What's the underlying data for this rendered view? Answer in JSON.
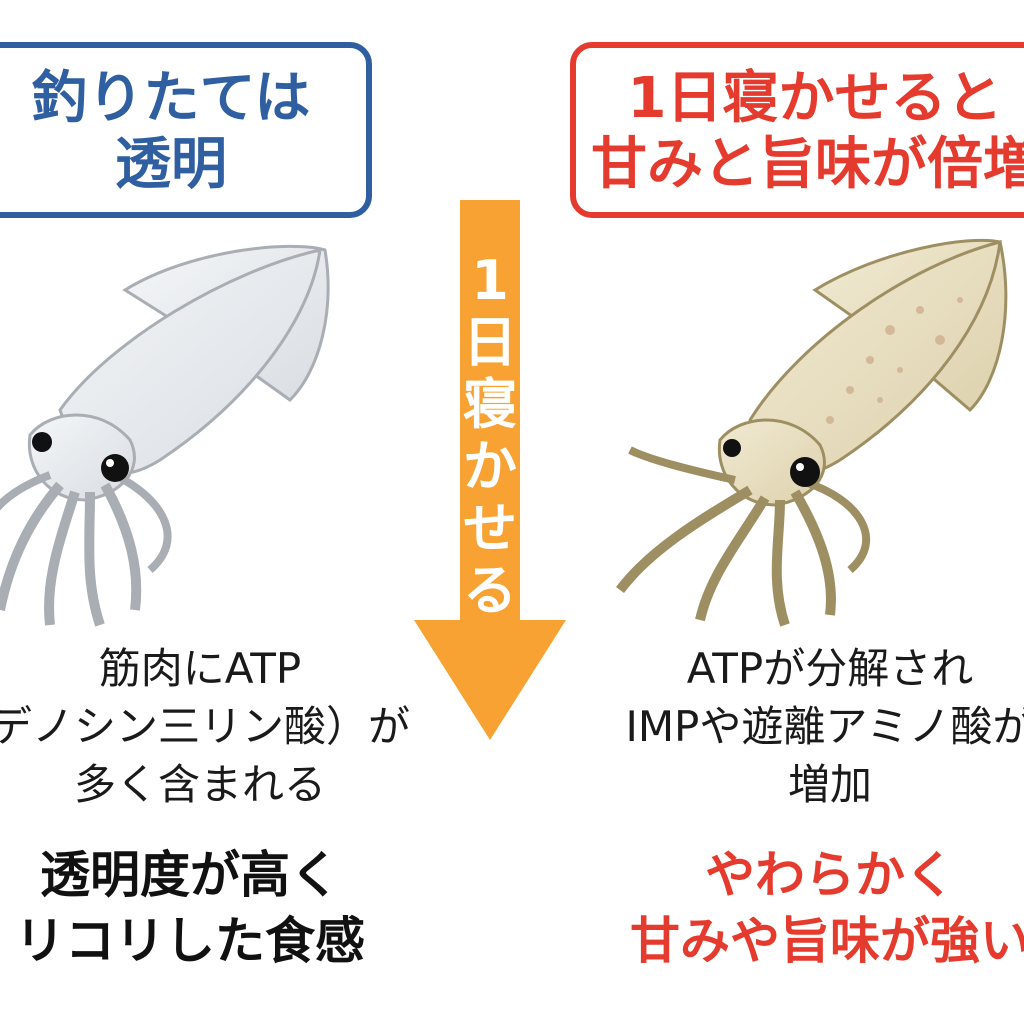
{
  "colors": {
    "left_accent": "#2f5fa1",
    "right_accent": "#e53b2e",
    "arrow": "#f7a233",
    "result_left": "#111111",
    "result_right": "#e53b2e"
  },
  "left": {
    "title_lines": [
      "釣りたては",
      "透明"
    ],
    "image": "fresh-transparent-squid",
    "desc_lines": [
      "筋肉にATP",
      "デノシン三リン酸）が",
      "多く含まれる"
    ],
    "result_lines": [
      "透明度が高く",
      "リコリした食感"
    ]
  },
  "center": {
    "arrow_label": "1\n日\n寝\nか\nせ\nる",
    "icon": "down-arrow-icon"
  },
  "right": {
    "title_lines": [
      "1日寝かせると",
      "甘みと旨味が倍増"
    ],
    "image": "aged-squid",
    "desc_lines": [
      "ATPが分解され",
      "IMPや遊離アミノ酸が",
      "増加"
    ],
    "result_lines": [
      "やわらかく",
      "甘みや旨味が強い"
    ]
  }
}
